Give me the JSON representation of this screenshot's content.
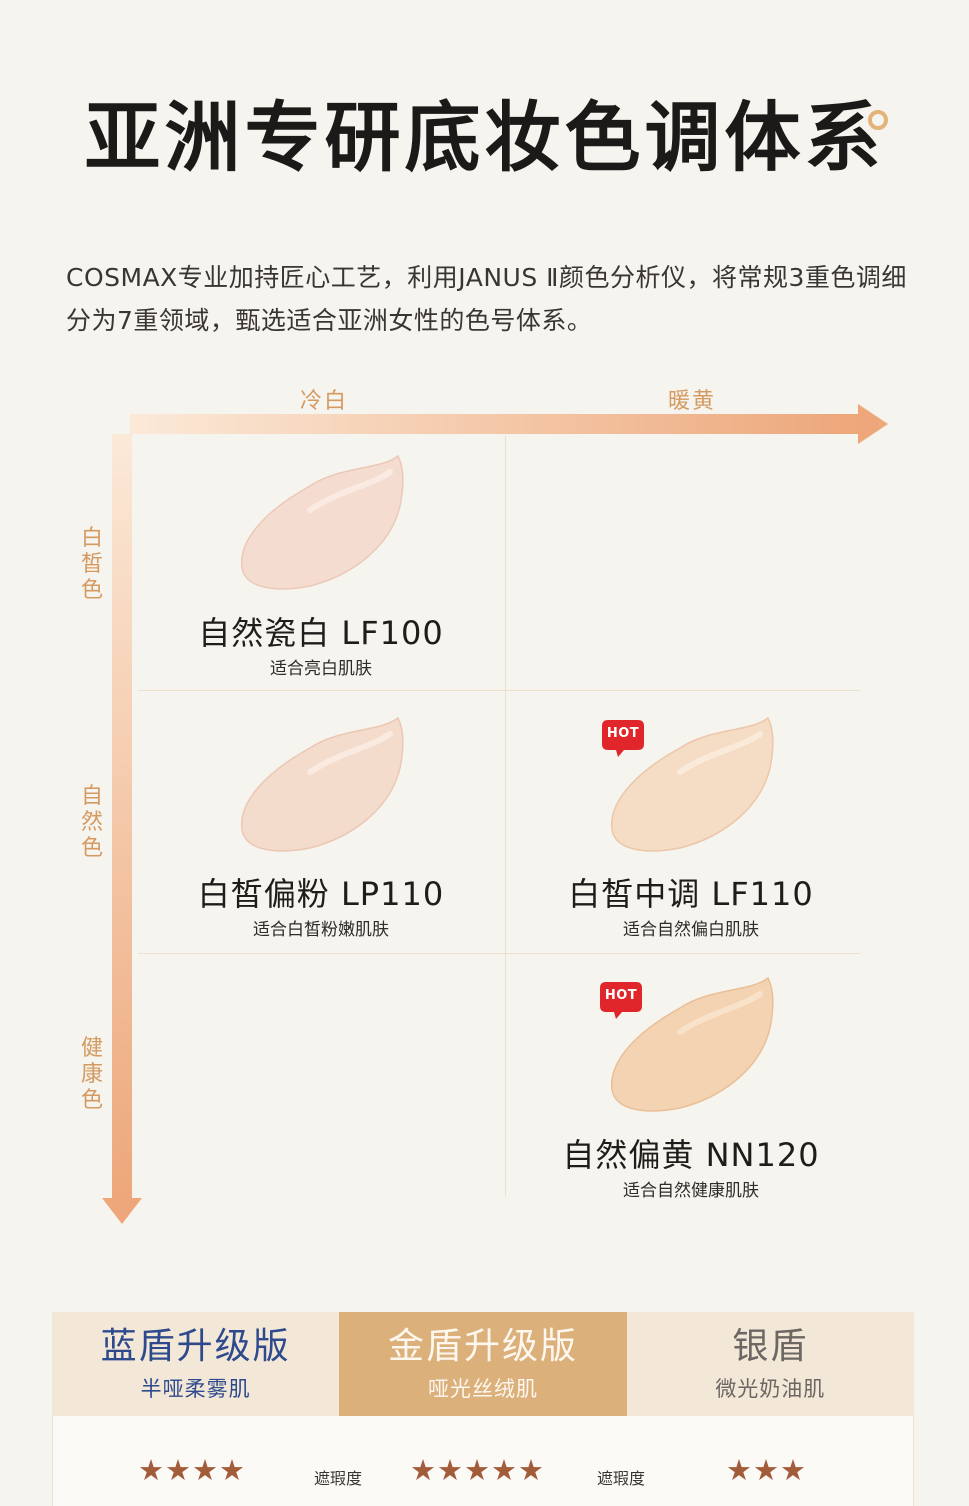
{
  "title": "亚洲专研底妆色调体系",
  "intro": "COSMAX专业加持匠心工艺，利用JANUS Ⅱ颜色分析仪，将常规3重色调细分为7重领域，甄选适合亚洲女性的色号体系。",
  "axis": {
    "x_cool": "冷白",
    "x_warm": "暖黄",
    "y_fair": "白皙色",
    "y_natural": "自然色",
    "y_healthy": "健康色"
  },
  "shades": [
    {
      "name": "自然瓷白 LF100",
      "desc": "适合亮白肌肤",
      "hot": false,
      "color": "#f4ddd0"
    },
    {
      "name": "白皙偏粉 LP110",
      "desc": "适合白皙粉嫩肌肤",
      "hot": false,
      "color": "#f4dccd"
    },
    {
      "name": "白皙中调 LF110",
      "desc": "适合自然偏白肌肤",
      "hot": true,
      "color": "#f5dcc4"
    },
    {
      "name": "自然偏黄 NN120",
      "desc": "适合自然健康肌肤",
      "hot": true,
      "color": "#f3d3b2"
    }
  ],
  "hot_label": "HOT",
  "tabs": [
    {
      "name": "蓝盾升级版",
      "sub": "半哑柔雾肌"
    },
    {
      "name": "金盾升级版",
      "sub": "哑光丝绒肌"
    },
    {
      "name": "银盾",
      "sub": "微光奶油肌"
    }
  ],
  "coverage": {
    "label": "遮瑕度",
    "blue_stars": "★★★★",
    "gold_stars": "★★★★★",
    "silver_stars": "★★★"
  },
  "colors": {
    "accent": "#d59a62",
    "hot_red": "#e0262b",
    "gold_tab": "#dcb07a",
    "blue_text": "#2e4a8c"
  }
}
